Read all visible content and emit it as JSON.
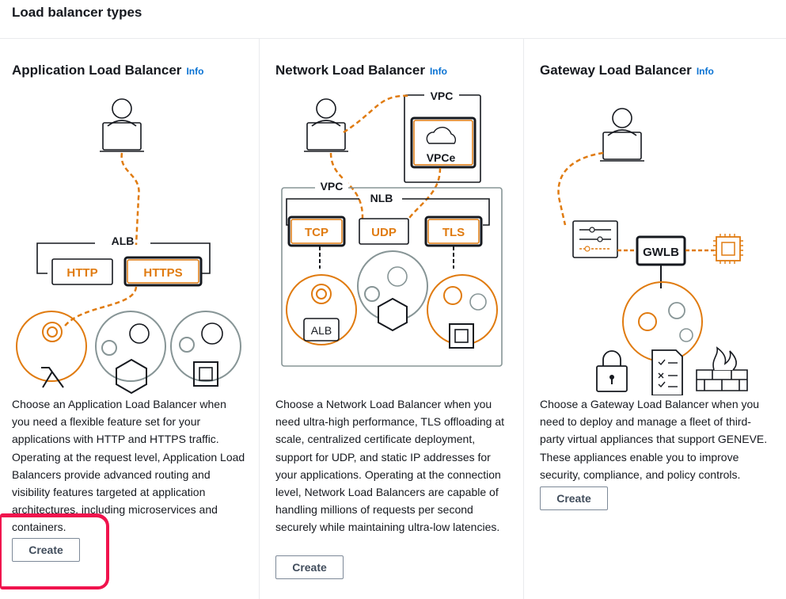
{
  "header": {
    "title": "Load balancer types"
  },
  "panels": [
    {
      "title": "Application Load Balancer",
      "info": "Info",
      "description": "Choose an Application Load Balancer when you need a flexible feature set for your applications with HTTP and HTTPS traffic. Operating at the request level, Application Load Balancers provide advanced routing and visibility features targeted at application architectures, including microservices and containers.",
      "button": "Create",
      "diagram": {
        "group": "ALB",
        "listeners": [
          "HTTP",
          "HTTPS"
        ]
      }
    },
    {
      "title": "Network Load Balancer",
      "info": "Info",
      "description": "Choose a Network Load Balancer when you need ultra-high performance, TLS offloading at scale, centralized certificate deployment, support for UDP, and static IP addresses for your applications. Operating at the connection level, Network Load Balancers are capable of handling millions of requests per second securely while maintaining ultra-low latencies.",
      "button": "Create",
      "diagram": {
        "vpc_top": "VPC",
        "vpce": "VPCe",
        "vpc": "VPC",
        "group": "NLB",
        "listeners": [
          "TCP",
          "UDP",
          "TLS"
        ],
        "alb": "ALB"
      }
    },
    {
      "title": "Gateway Load Balancer",
      "info": "Info",
      "description": "Choose a Gateway Load Balancer when you need to deploy and manage a fleet of third-party virtual appliances that support GENEVE. These appliances enable you to improve security, compliance, and policy controls.",
      "button": "Create",
      "diagram": {
        "group": "GWLB"
      }
    }
  ],
  "colors": {
    "accent": "#e07b10",
    "link": "#0972d3",
    "highlight": "#f0134d"
  }
}
